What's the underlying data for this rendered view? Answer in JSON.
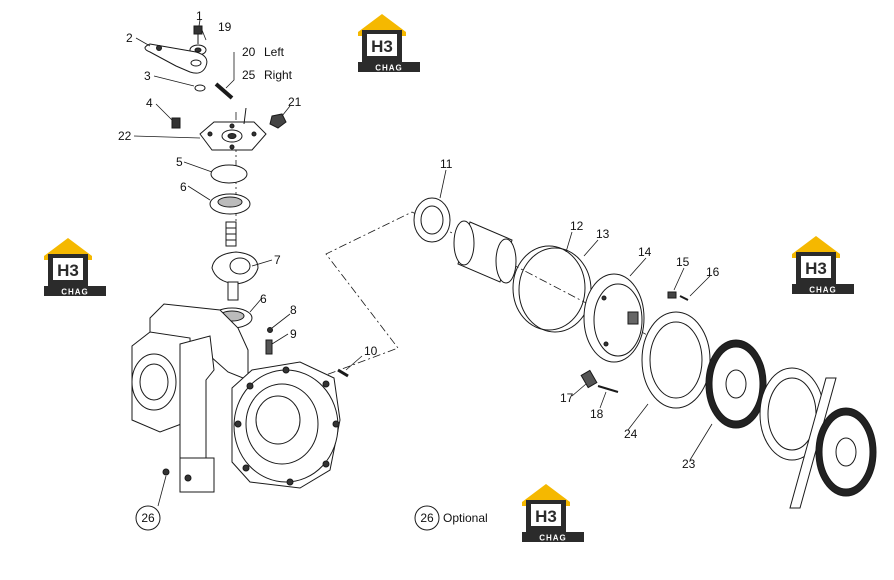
{
  "callouts": {
    "c1": "1",
    "c19": "19",
    "c2": "2",
    "c20": "20",
    "c20_text": "Left",
    "c3": "3",
    "c25": "25",
    "c25_text": "Right",
    "c4": "4",
    "c21": "21",
    "c22": "22",
    "c5": "5",
    "c6a": "6",
    "c7": "7",
    "c6b": "6",
    "c8": "8",
    "c9": "9",
    "c10": "10",
    "c11": "11",
    "c12": "12",
    "c13": "13",
    "c14": "14",
    "c15": "15",
    "c16": "16",
    "c17": "17",
    "c18": "18",
    "c24": "24",
    "c23": "23",
    "c26": "26"
  },
  "optional_note": {
    "number": "26",
    "text": "Optional"
  },
  "logo": {
    "mark": "H3",
    "sub": "CHAG",
    "colors": {
      "roof": "#f5b800",
      "body": "#2b2b2b",
      "text": "#ffffff"
    }
  },
  "colors": {
    "line": "#1a1a1a",
    "disc_dots": "#222222"
  }
}
